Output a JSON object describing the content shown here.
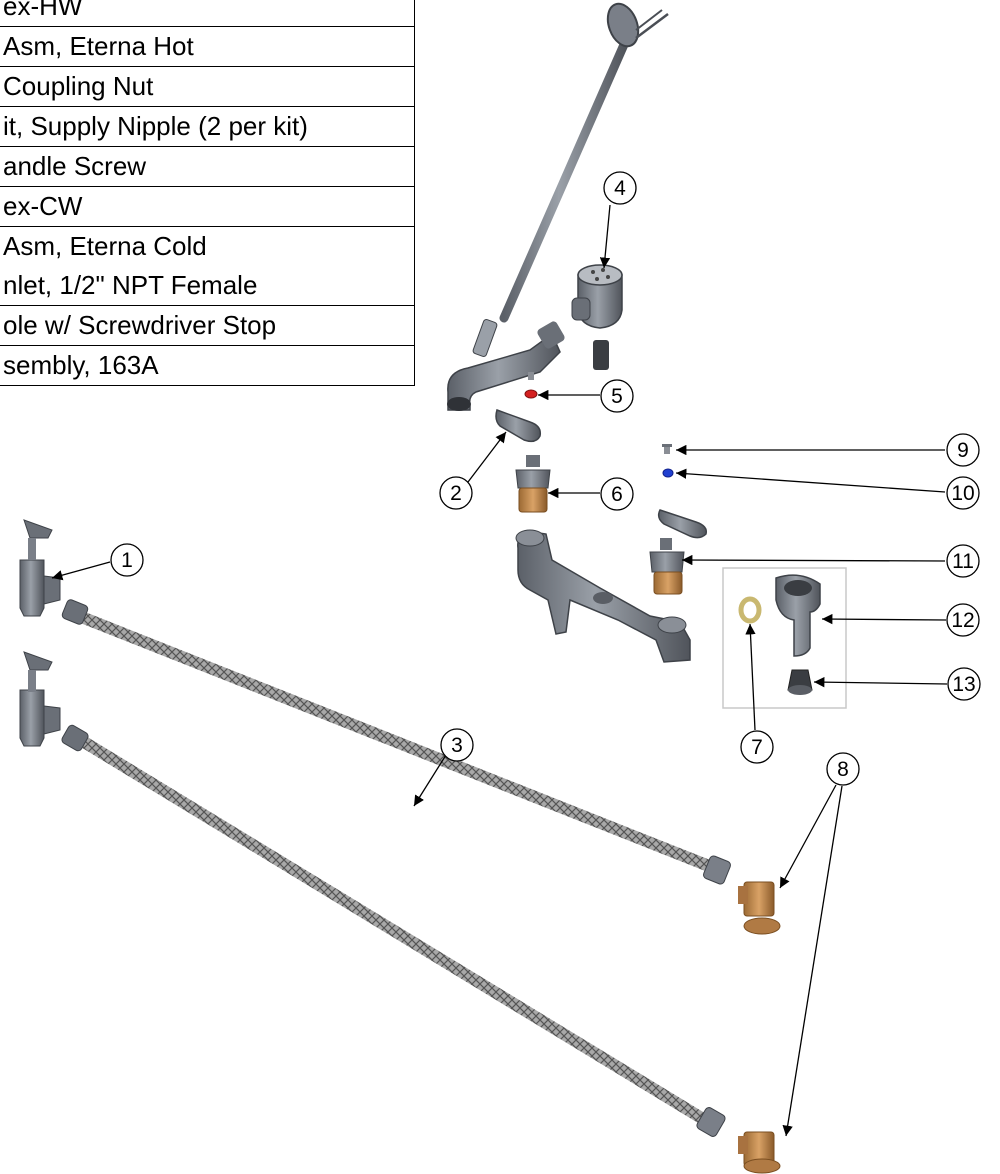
{
  "parts_table": [
    "ex-HW",
    "Asm, Eterna Hot",
    " Coupling Nut",
    "it, Supply Nipple (2 per kit)",
    "andle Screw",
    "ex-CW",
    "Asm, Eterna Cold",
    "nlet, 1/2\" NPT Female",
    "ole w/ Screwdriver Stop",
    "sembly, 163A"
  ],
  "callouts": [
    "1",
    "2",
    "3",
    "4",
    "5",
    "6",
    "7",
    "8",
    "9",
    "10",
    "11",
    "12",
    "13"
  ],
  "colors": {
    "part_gray": "#7a7f88",
    "part_dark": "#4a4e55",
    "hose_braid": "#9a9a9a",
    "brass": "#c08a4c",
    "washer_red": "#d42020",
    "washer_blue": "#2040d0",
    "washer_cream": "#e8dca0"
  }
}
